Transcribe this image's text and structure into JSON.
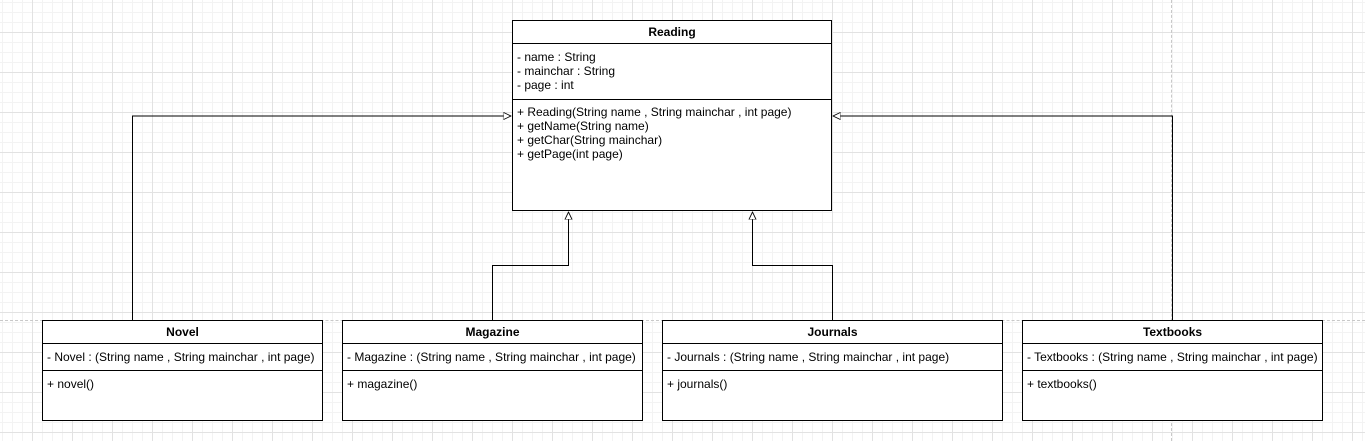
{
  "diagram": {
    "type": "uml-class-diagram",
    "colors": {
      "line": "#000000",
      "box_fill": "#ffffff",
      "grid_minor": "#f3f3f3",
      "grid_major": "#e2e2e2"
    },
    "parent": {
      "name": "Reading",
      "attributes": [
        "- name : String",
        "- mainchar : String",
        "- page : int"
      ],
      "methods": [
        "+ Reading(String name , String mainchar , int page)",
        "+ getName(String name)",
        "+ getChar(String mainchar)",
        "+ getPage(int page)"
      ]
    },
    "children": [
      {
        "name": "Novel",
        "attributes": [
          "- Novel : (String name , String mainchar , int page)"
        ],
        "methods": [
          "+ novel()"
        ]
      },
      {
        "name": "Magazine",
        "attributes": [
          "- Magazine : (String name , String mainchar , int page)"
        ],
        "methods": [
          "+ magazine()"
        ]
      },
      {
        "name": "Journals",
        "attributes": [
          "- Journals : (String name , String mainchar , int page)"
        ],
        "methods": [
          "+ journals()"
        ]
      },
      {
        "name": "Textbooks",
        "attributes": [
          "- Textbooks : (String name , String mainchar , int page)"
        ],
        "methods": [
          "+ textbooks()"
        ]
      }
    ],
    "relationships": [
      {
        "type": "generalization",
        "from": "Novel",
        "to": "Reading"
      },
      {
        "type": "generalization",
        "from": "Magazine",
        "to": "Reading"
      },
      {
        "type": "generalization",
        "from": "Journals",
        "to": "Reading"
      },
      {
        "type": "generalization",
        "from": "Textbooks",
        "to": "Reading"
      }
    ]
  }
}
